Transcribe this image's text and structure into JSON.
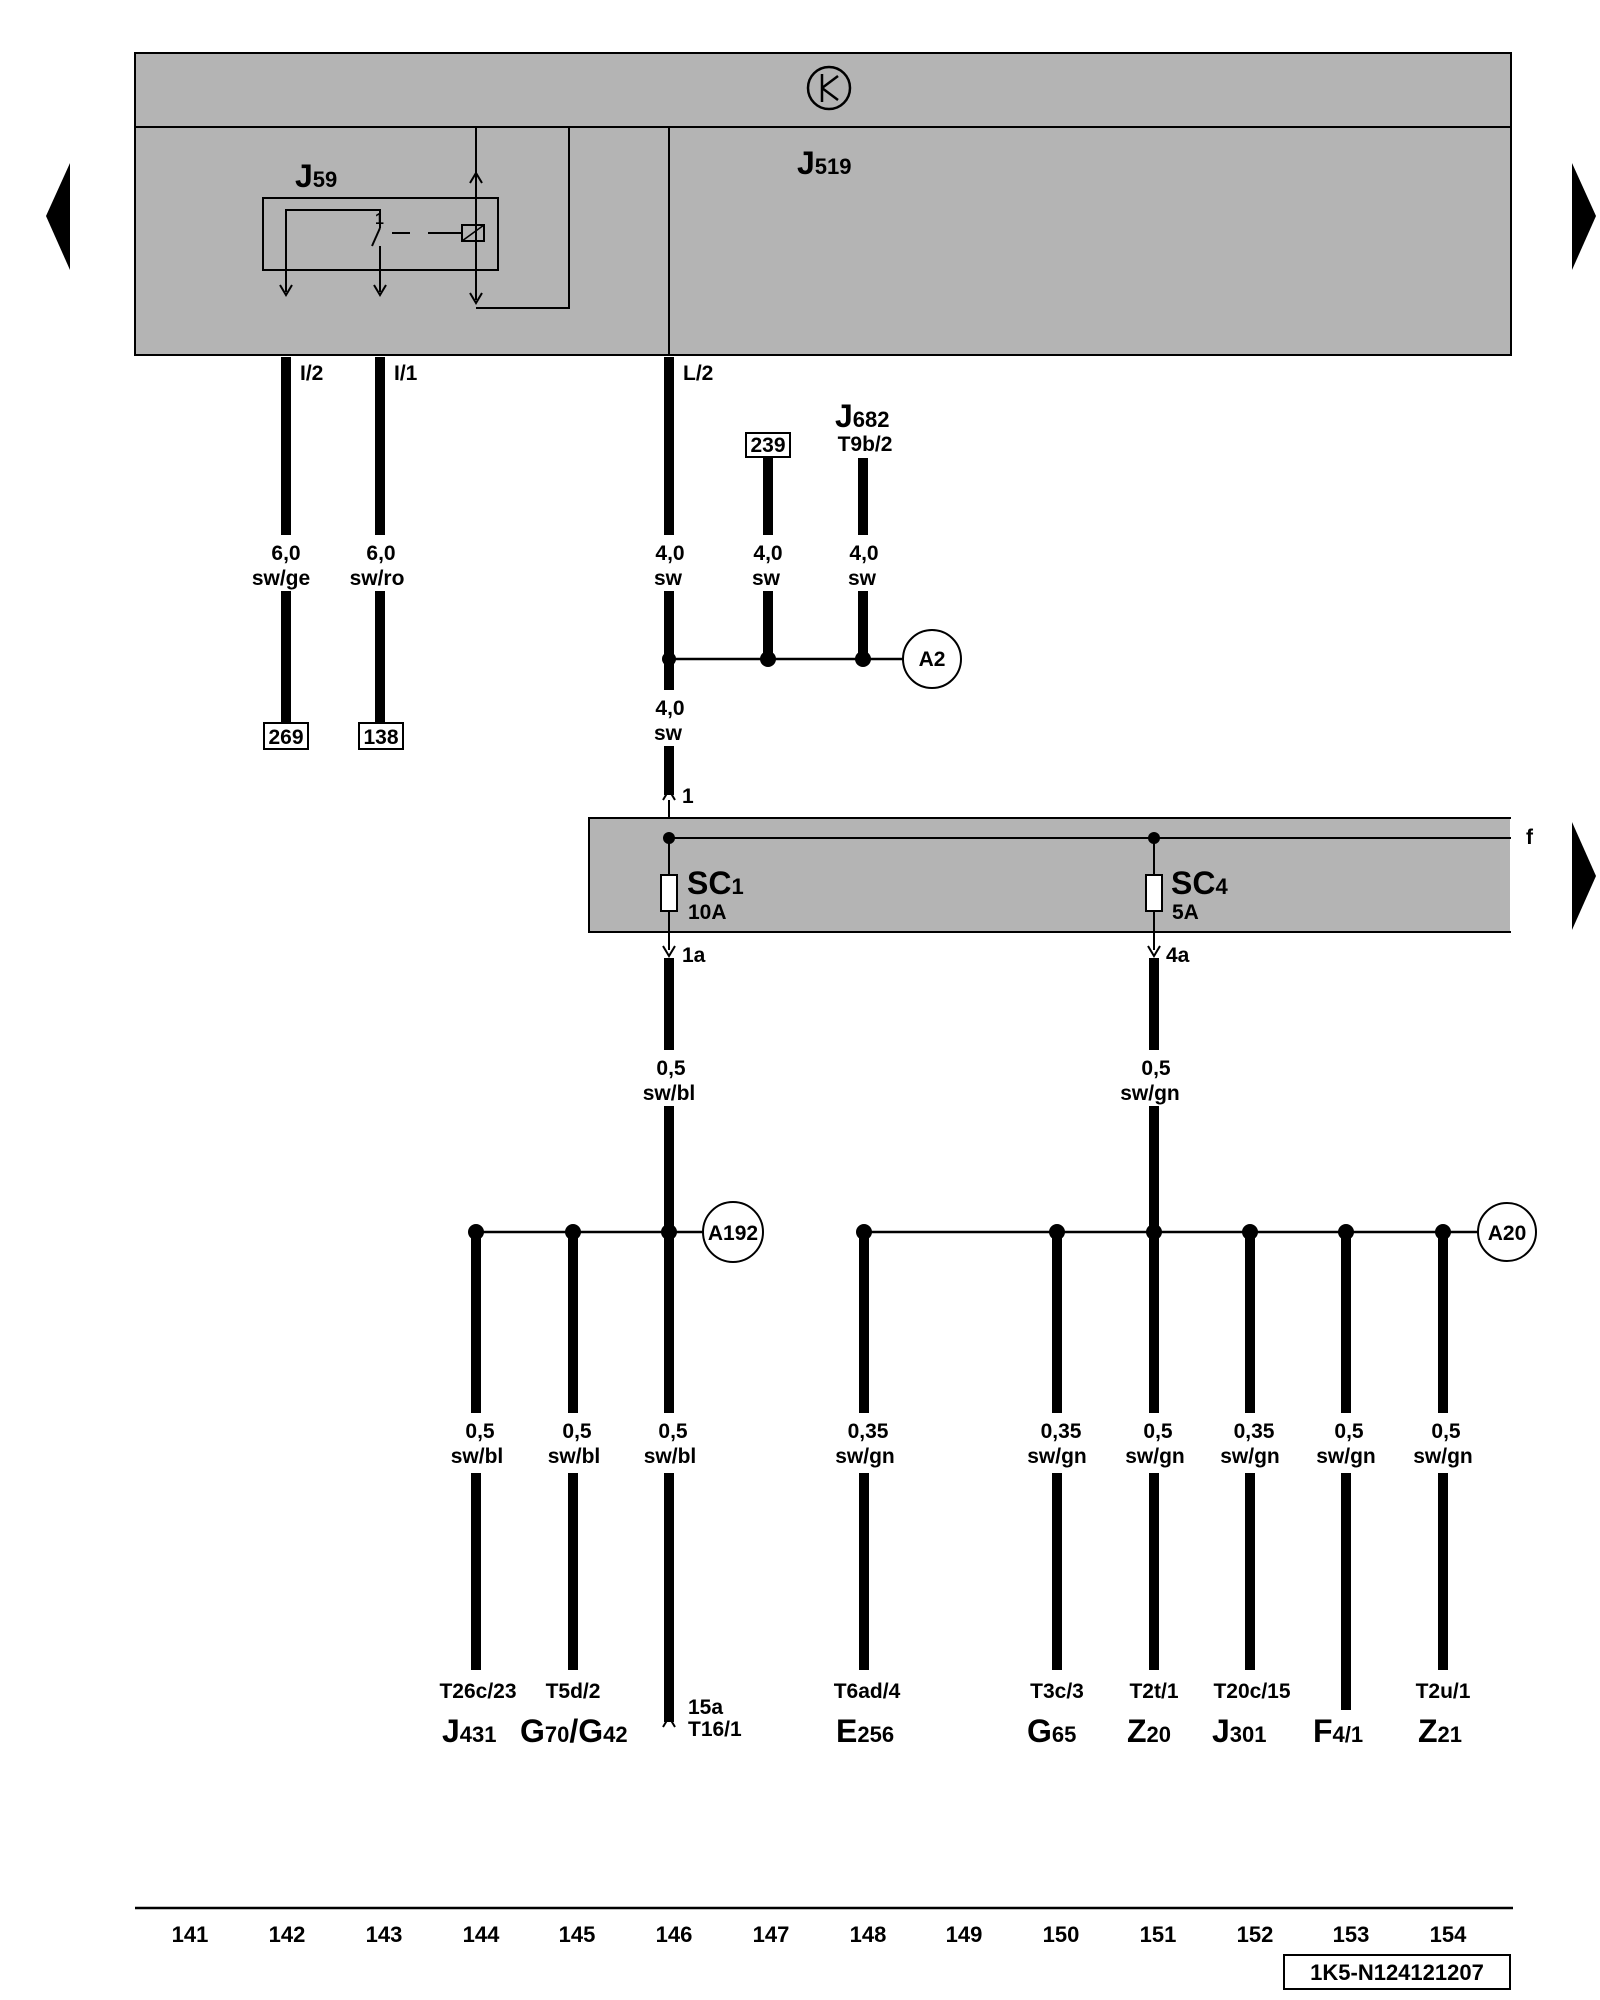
{
  "header": {
    "symbol": "ground-clamp-icon"
  },
  "control_unit": {
    "main": "J",
    "sub": "519"
  },
  "relay": {
    "main": "J",
    "sub": "59"
  },
  "relay_pin": "1",
  "top_pins": [
    "I/2",
    "I/1",
    "L/2"
  ],
  "top_wires": [
    {
      "size": "6,0",
      "color": "sw/ge",
      "dest": "269"
    },
    {
      "size": "6,0",
      "color": "sw/ro",
      "dest": "138"
    },
    {
      "size": "4,0",
      "color": "sw"
    }
  ],
  "branch_wires": [
    {
      "size": "4,0",
      "color": "sw",
      "source_box": "239"
    },
    {
      "size": "4,0",
      "color": "sw",
      "source_main": "J",
      "source_sub": "682",
      "source_pin": "T9b/2"
    }
  ],
  "junction_top": "A2",
  "feed_wire": {
    "size": "4,0",
    "color": "sw"
  },
  "fuse_box": {
    "in_pin": "1",
    "rail_label": "f",
    "fuses": [
      {
        "main": "SC",
        "sub": "1",
        "rating": "10A",
        "out_pin": "1a"
      },
      {
        "main": "SC",
        "sub": "4",
        "rating": "5A",
        "out_pin": "4a"
      }
    ]
  },
  "fuse_out_wires": [
    {
      "size": "0,5",
      "color": "sw/bl"
    },
    {
      "size": "0,5",
      "color": "sw/gn"
    }
  ],
  "junctions": [
    "A192",
    "A20"
  ],
  "bottom_wires": [
    {
      "size": "0,5",
      "color": "sw/bl",
      "pin": "T26c/23",
      "comp_main": "J",
      "comp_sub": "431"
    },
    {
      "size": "0,5",
      "color": "sw/bl",
      "pin": "T5d/2",
      "comp_main": "G",
      "comp_sub": "70",
      "comp_sep": "/",
      "comp2_main": "G",
      "comp2_sub": "42"
    },
    {
      "size": "0,5",
      "color": "sw/bl",
      "pin_top": "15a",
      "pin": "T16/1"
    },
    {
      "size": "0,35",
      "color": "sw/gn",
      "pin": "T6ad/4",
      "comp_main": "E",
      "comp_sub": "256"
    },
    {
      "size": "0,35",
      "color": "sw/gn",
      "pin": "T3c/3",
      "comp_main": "G",
      "comp_sub": "65"
    },
    {
      "size": "0,5",
      "color": "sw/gn",
      "pin": "T2t/1",
      "comp_main": "Z",
      "comp_sub": "20"
    },
    {
      "size": "0,35",
      "color": "sw/gn",
      "pin": "T20c/15",
      "comp_main": "J",
      "comp_sub": "301"
    },
    {
      "size": "0,5",
      "color": "sw/gn",
      "comp_main": "F",
      "comp_sub": "4/1"
    },
    {
      "size": "0,5",
      "color": "sw/gn",
      "pin": "T2u/1",
      "comp_main": "Z",
      "comp_sub": "21"
    }
  ],
  "columns": [
    "141",
    "142",
    "143",
    "144",
    "145",
    "146",
    "147",
    "148",
    "149",
    "150",
    "151",
    "152",
    "153",
    "154"
  ],
  "doc_id": "1K5-N124121207",
  "colors": {
    "panel": "#b4b4b4",
    "wire": "#000000",
    "background": "#ffffff"
  }
}
